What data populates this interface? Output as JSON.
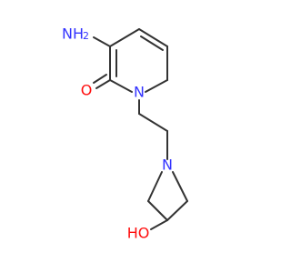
{
  "molecule": {
    "atom_labels": {
      "amine": "NH",
      "amine_h_count": "2",
      "carbonyl_oxygen": "O",
      "ring_nitrogen": "N",
      "azetidine_nitrogen": "N",
      "hydroxyl": "HO"
    },
    "colors": {
      "bond": "#333333",
      "nitrogen": "#3333ff",
      "oxygen": "#ff0d0d"
    }
  }
}
